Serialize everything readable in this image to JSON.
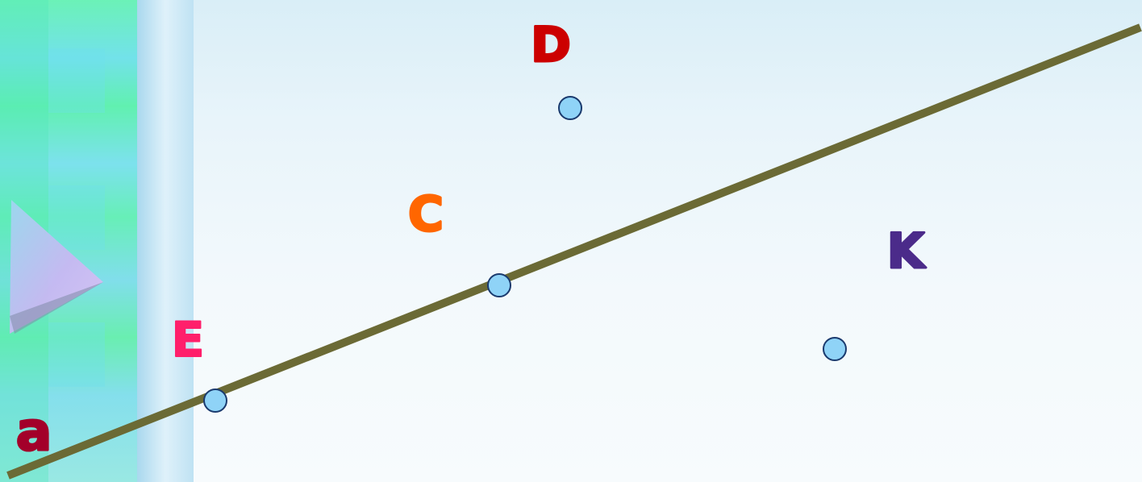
{
  "diagram": {
    "line_label": "a",
    "points": [
      {
        "id": "d",
        "label": "D",
        "color": "#cc0000"
      },
      {
        "id": "c",
        "label": "C",
        "color": "#ff6600"
      },
      {
        "id": "k",
        "label": "K",
        "color": "#4b2b8a"
      },
      {
        "id": "e",
        "label": "E",
        "color": "#ff1f6b"
      }
    ],
    "colors": {
      "line": "#6b6a35",
      "point_fill": "#8fd3f7",
      "point_stroke": "#1a3a6e",
      "line_label": "#a3002a",
      "sidebar_green": "#4ff0a0",
      "sidebar_cyan": "#6fe6f0",
      "sidebar_panel": "#c9e7f5",
      "sidebar_triangle": "#c9b6f0"
    }
  }
}
